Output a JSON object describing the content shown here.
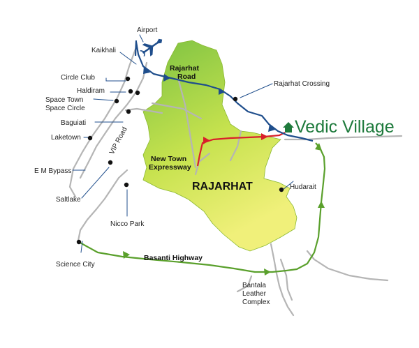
{
  "map": {
    "title": "Vedic Village",
    "region": "RAJARHAT",
    "roads": {
      "rajarhat_road": [
        "Rajarhat",
        "Road"
      ],
      "new_town_expressway": [
        "New Town",
        "Expressway"
      ],
      "vip_road": "VIP Road",
      "basanti_highway": "Basanti Highway"
    },
    "places": {
      "airport": "Airport",
      "kaikhali": "Kaikhali",
      "circle_club": "Circle Club",
      "haldiram": "Haldiram",
      "space_town": [
        "Space Town",
        "Space Circle"
      ],
      "baguiati": "Baguiati",
      "laketown": "Laketown",
      "em_bypass": "E M Bypass",
      "saltlake": "Saltlake",
      "nicco_park": "Nicco Park",
      "science_city": "Science City",
      "rajarhat_crossing": "Rajarhat Crossing",
      "hudarait": "Hudarait",
      "bantala": [
        "Bantala",
        "Leather",
        "Complex"
      ]
    },
    "colors": {
      "region_fill": "#b7dc4a",
      "region_fill_dark": "#7cc242",
      "rajarhat_road": "#1f4e8c",
      "new_town_expressway": "#d9202a",
      "basanti_highway": "#5aa02c",
      "minor_roads": "#b5b5b5",
      "title": "#1e7a3c"
    }
  }
}
